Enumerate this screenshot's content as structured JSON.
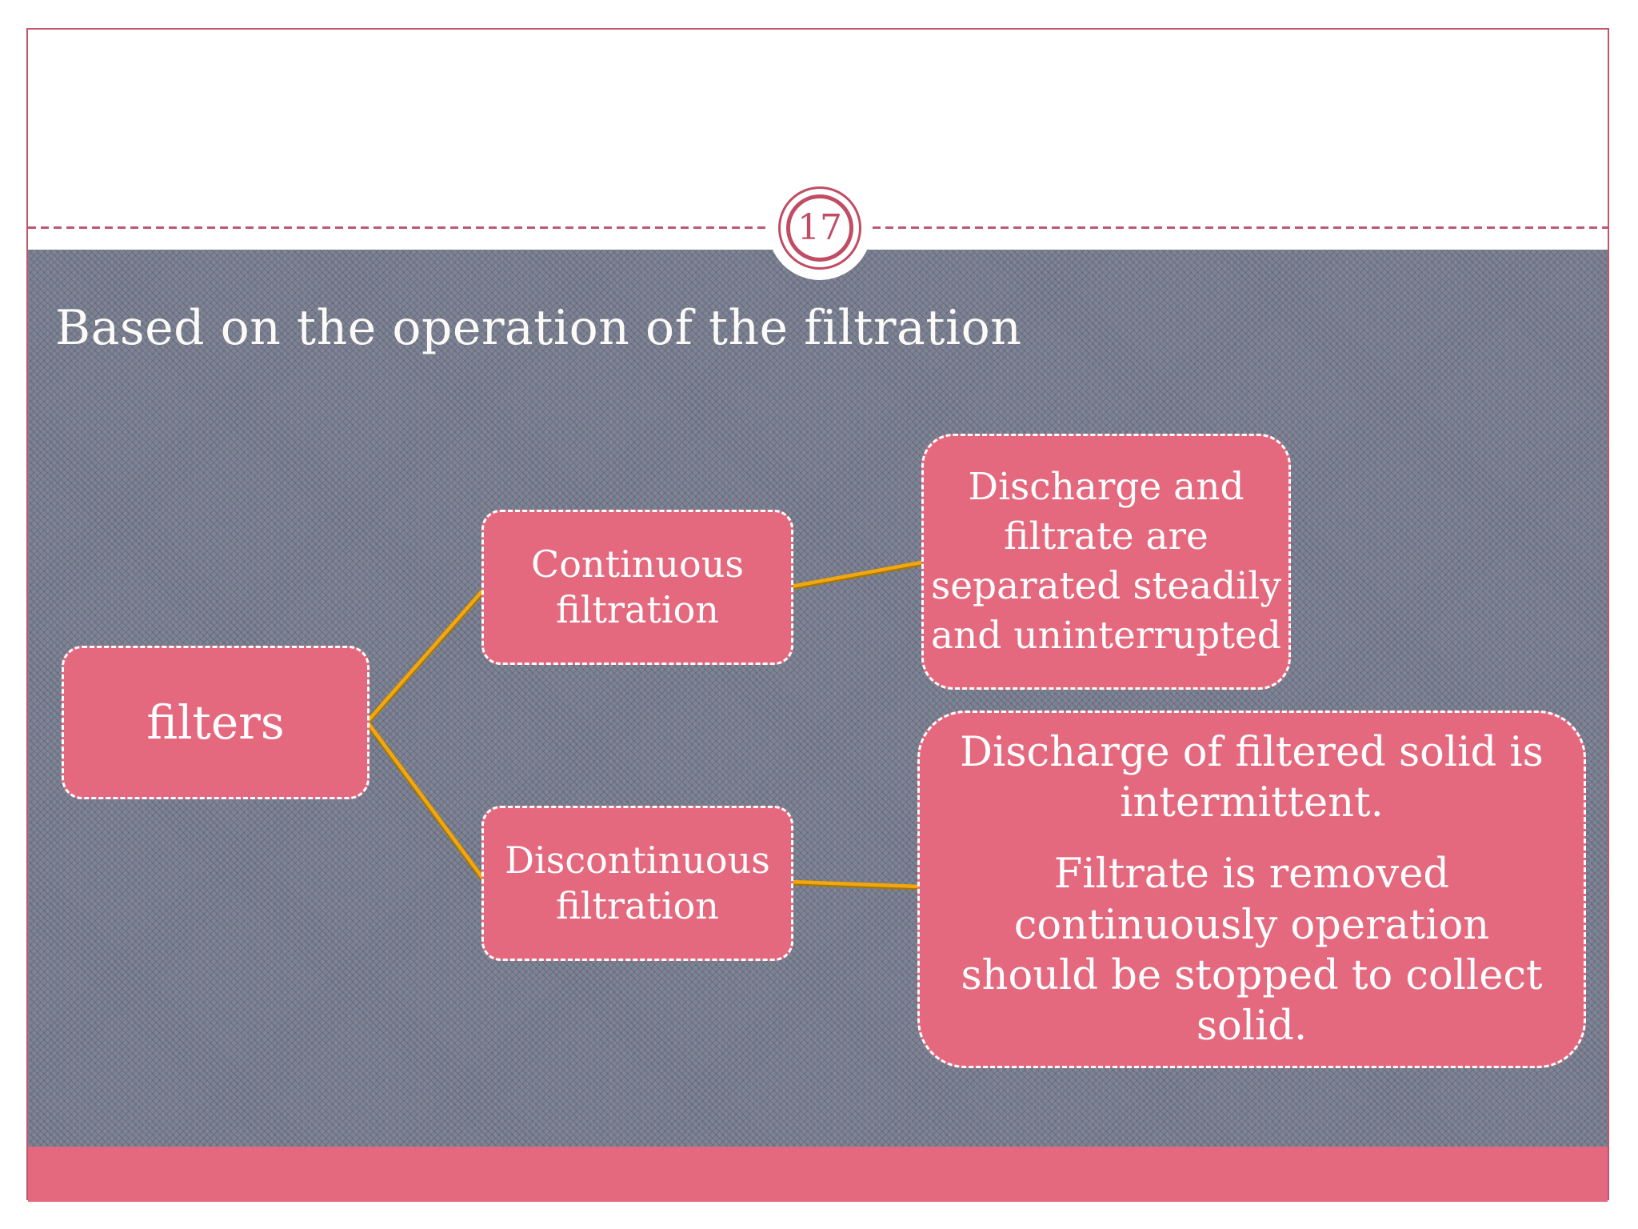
{
  "slide": {
    "page_number": "17",
    "title": "Based on the operation of the filtration"
  },
  "diagram": {
    "root_label": "filters",
    "continuous": {
      "label": "Continuous filtration",
      "desc_lines": [
        "Discharge and",
        "filtrate are",
        "separated steadily",
        "and uninterrupted"
      ]
    },
    "discontinuous": {
      "label": "Discontinuous filtration",
      "desc_p1_lines": [
        "Discharge of filtered solid is",
        "intermittent."
      ],
      "desc_p2_lines": [
        "Filtrate is removed",
        "continuously operation",
        "should be stopped to collect",
        "solid."
      ]
    }
  },
  "colors": {
    "node_pink": "#e5697e",
    "footer_pink": "#e5697e",
    "frame_border_pink": "#c3566d",
    "badge_pink": "#c04d63",
    "divider_pink": "#bd5872",
    "connector_gold": "#f0a713",
    "connector_gold_dark": "#a87700",
    "body_gray": "#7e8394",
    "text_white": "#ffffff"
  }
}
